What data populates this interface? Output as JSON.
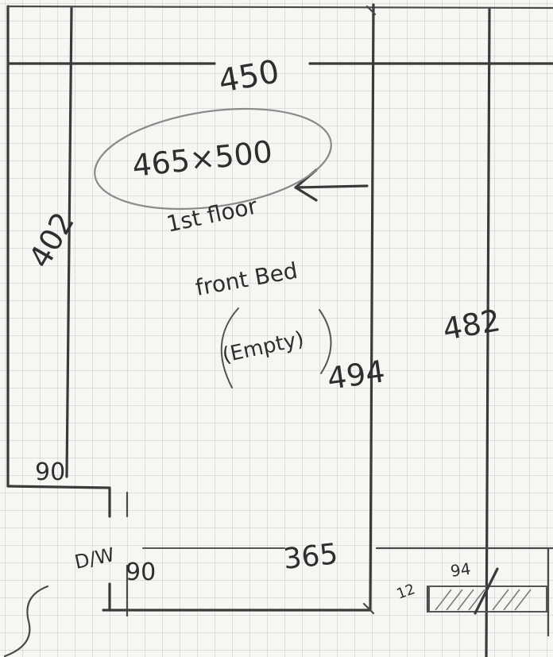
{
  "drawing": {
    "labels": {
      "top_width": "450",
      "room_size": "465×500",
      "note_line1": "1st floor",
      "note_line2": "front Bed",
      "note_line3": "(Empty)",
      "left_height": "402",
      "right_height": "482",
      "center_height": "494",
      "corner_notch": "90",
      "door_label": "D/W",
      "door_width": "90",
      "bottom_width": "365",
      "small_side": "12",
      "small_width": "94"
    }
  }
}
